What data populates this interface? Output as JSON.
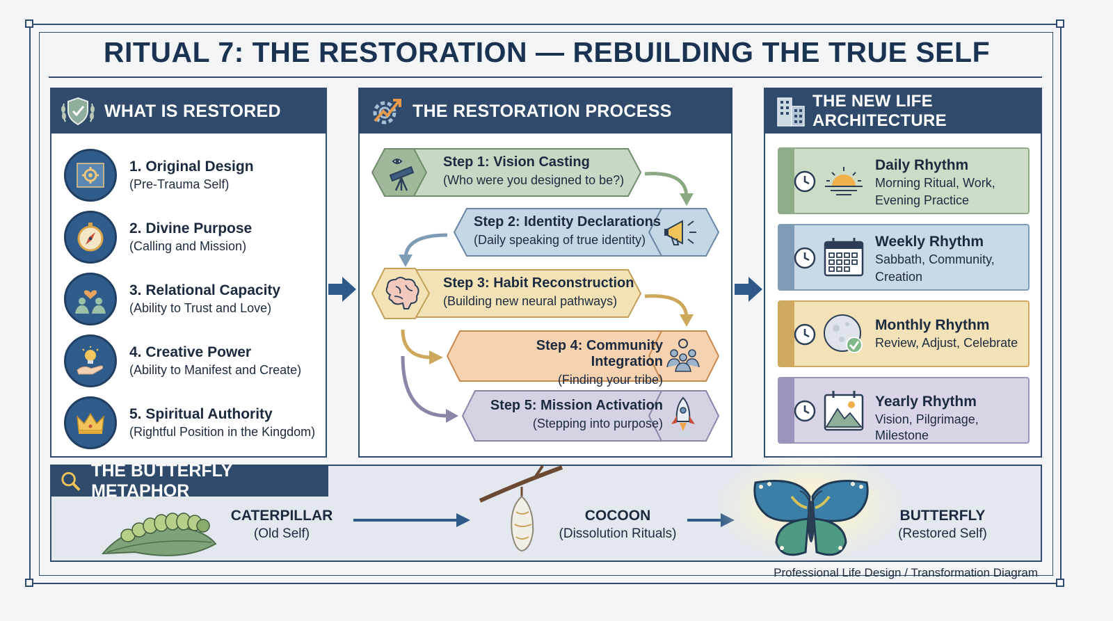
{
  "title": "RITUAL 7: THE RESTORATION — REBUILDING THE TRUE SELF",
  "panels": {
    "restored": {
      "heading": "WHAT IS RESTORED",
      "items": [
        {
          "title": "1. Original Design",
          "subtitle": "(Pre-Trauma Self)",
          "icon": "blueprint-gear-icon"
        },
        {
          "title": "2. Divine Purpose",
          "subtitle": "(Calling and Mission)",
          "icon": "compass-icon"
        },
        {
          "title": "3. Relational Capacity",
          "subtitle": "(Ability to Trust and Love)",
          "icon": "people-heart-icon"
        },
        {
          "title": "4. Creative Power",
          "subtitle": "(Ability to Manifest and Create)",
          "icon": "hand-lightbulb-icon"
        },
        {
          "title": "5. Spiritual Authority",
          "subtitle": "(Rightful Position in the Kingdom)",
          "icon": "crown-icon"
        }
      ]
    },
    "process": {
      "heading": "THE RESTORATION PROCESS",
      "steps": [
        {
          "title": "Step 1: Vision Casting",
          "subtitle": "(Who were you designed to be?)",
          "icon": "telescope-icon",
          "color": "#c8d8c4"
        },
        {
          "title": "Step 2: Identity Declarations",
          "subtitle": "(Daily speaking of true identity)",
          "icon": "megaphone-icon",
          "color": "#c5d6e4"
        },
        {
          "title": "Step 3: Habit Reconstruction",
          "subtitle": "(Building new neural pathways)",
          "icon": "brain-icon",
          "color": "#f3e2b5"
        },
        {
          "title": "Step 4: Community Integration",
          "subtitle": "(Finding your tribe)",
          "icon": "community-icon",
          "color": "#f6d2b0"
        },
        {
          "title": "Step 5: Mission Activation",
          "subtitle": "(Stepping into purpose)",
          "icon": "rocket-icon",
          "color": "#d5d2e4"
        }
      ]
    },
    "architecture": {
      "heading": "THE NEW LIFE ARCHITECTURE",
      "rhythms": [
        {
          "title": "Daily Rhythm",
          "lines": [
            "Morning Ritual, Work,",
            "Evening Practice"
          ],
          "icon": "sunrise-icon",
          "bg": "#cddcc7",
          "band": "#8fac89"
        },
        {
          "title": "Weekly Rhythm",
          "lines": [
            "Sabbath, Community,",
            "Creation"
          ],
          "icon": "calendar-icon",
          "bg": "#c9d9e6",
          "band": "#7f9cb6"
        },
        {
          "title": "Monthly Rhythm",
          "lines": [
            "Review, Adjust, Celebrate"
          ],
          "icon": "moon-check-icon",
          "bg": "#f3e1b7",
          "band": "#cfa960"
        },
        {
          "title": "Yearly Rhythm",
          "lines": [
            "Vision, Pilgrimage, Milestone"
          ],
          "icon": "mountain-calendar-icon",
          "bg": "#d9d5e6",
          "band": "#9d94bb"
        }
      ]
    }
  },
  "butterfly": {
    "heading": "THE BUTTERFLY METAPHOR",
    "stages": [
      {
        "title": "CATERPILLAR",
        "subtitle": "(Old Self)",
        "icon": "caterpillar-icon"
      },
      {
        "title": "COCOON",
        "subtitle": "(Dissolution Rituals)",
        "icon": "cocoon-icon"
      },
      {
        "title": "BUTTERFLY",
        "subtitle": "(Restored Self)",
        "icon": "butterfly-icon"
      }
    ]
  },
  "footer": "Professional Life Design / Transformation Diagram",
  "colors": {
    "navy": "#304a6b",
    "frame": "#2f4a6b",
    "circle": "#2f5c8a"
  }
}
